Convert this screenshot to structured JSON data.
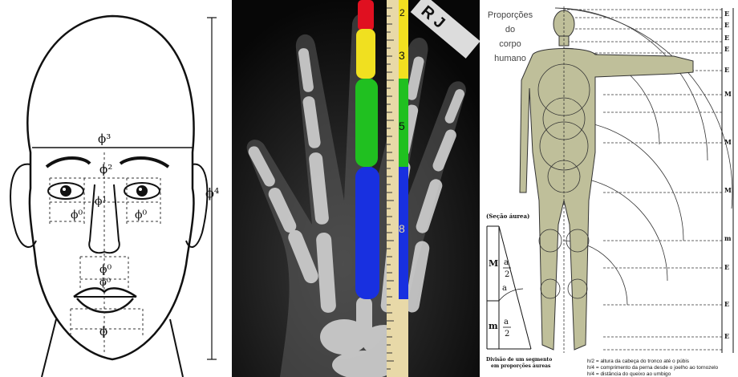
{
  "face": {
    "phi3": "ϕ³",
    "phi2": "ϕ²",
    "phi1": "ϕ¹",
    "phi4": "ϕ⁴",
    "phi0_left": "ϕ⁰",
    "phi0_right": "ϕ⁰",
    "phi0_nose": "ϕ⁰",
    "phi0_mouth_top": "ϕ⁰",
    "phi0_chin": "ϕ"
  },
  "xray": {
    "corner_text": "R J",
    "ruler_labels": [
      "2",
      "3",
      "5",
      "8"
    ],
    "segment_colors": [
      "#e01020",
      "#f0e020",
      "#20c020",
      "#1830e0"
    ],
    "ruler_colors": [
      "#f2e020",
      "#20c020",
      "#1830e0"
    ]
  },
  "body": {
    "title_line1": "Proporções",
    "title_line2": "do",
    "title_line3": "corpo",
    "title_line4": "humano",
    "secao_label": "(Seção áurea)",
    "M_label": "M",
    "m_label": "m",
    "a_label": "a",
    "a_half_top": "a",
    "two_top": "2",
    "a_half_bottom": "a",
    "two_bottom": "2",
    "divisao_line1": "Divisão de um segmento",
    "divisao_line2": "em proporções áureas",
    "legend1": "h/2 = altura da cabeça do tronco até o púbis",
    "legend2": "h/4 = comprimento da perna desde o joelho ao tornozelo",
    "legend3": "h/4 = distância do queixo ao umbigo",
    "scale_letters": [
      "E",
      "E",
      "E",
      "E",
      "E",
      "M",
      "M",
      "M",
      "m",
      "E",
      "E",
      "E"
    ],
    "figure_color": "#bfbf9a"
  }
}
